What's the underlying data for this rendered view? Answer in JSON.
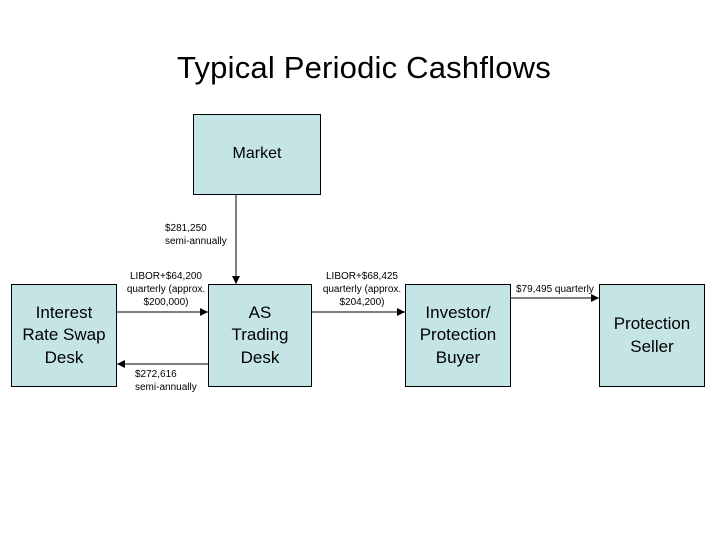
{
  "title": "Typical Periodic Cashflows",
  "colors": {
    "box_fill": "#c5e4e5",
    "border": "#000000",
    "text": "#000000"
  },
  "boxes": {
    "market": {
      "lines": [
        "Market"
      ]
    },
    "irs_desk": {
      "lines": [
        "Interest",
        "Rate Swap",
        "Desk"
      ]
    },
    "as_desk": {
      "lines": [
        "AS",
        "Trading",
        "Desk"
      ]
    },
    "investor": {
      "lines": [
        "Investor/",
        "Protection",
        "Buyer"
      ]
    },
    "protection_seller": {
      "lines": [
        "Protection",
        "Seller"
      ]
    }
  },
  "flows": {
    "market_to_as": {
      "lines": [
        "$281,250",
        "semi-annually"
      ]
    },
    "irs_to_as": {
      "lines": [
        "LIBOR+$64,200",
        "quarterly (approx.",
        "$200,000)"
      ]
    },
    "as_to_investor": {
      "lines": [
        "LIBOR+$68,425",
        "quarterly (approx.",
        "$204,200)"
      ]
    },
    "investor_to_seller": {
      "lines": [
        "$79,495 quarterly"
      ]
    },
    "as_to_irs": {
      "lines": [
        "$272,616",
        "semi-annually"
      ]
    }
  }
}
